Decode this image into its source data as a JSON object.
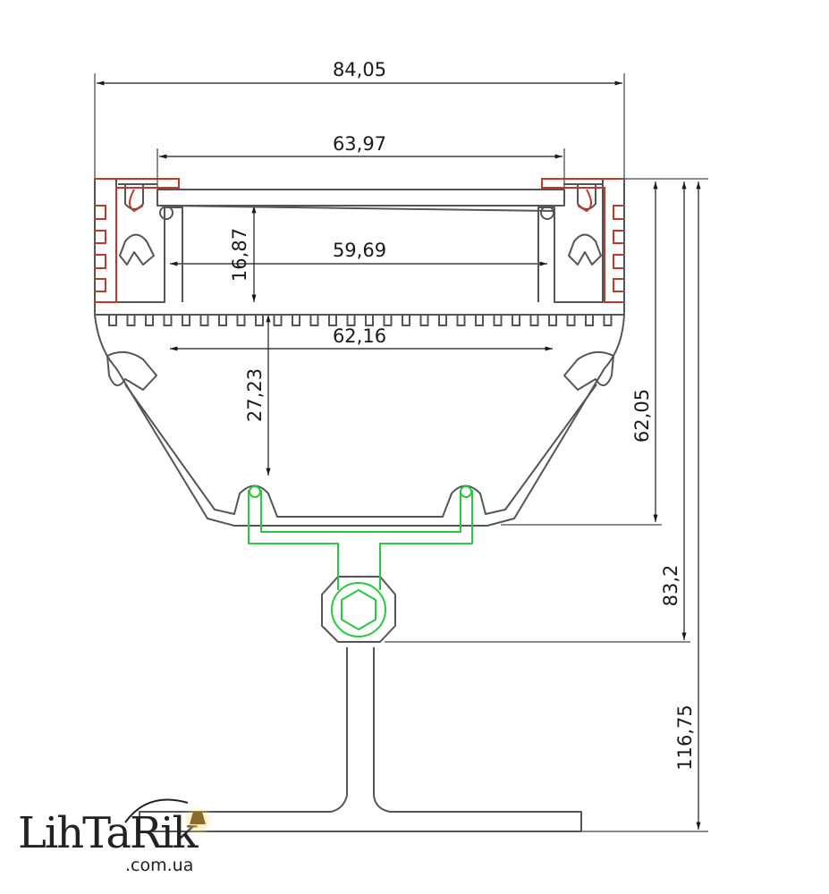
{
  "dimensions": {
    "overall_width": "84,05",
    "diffuser_width": "63,97",
    "inner_width": "59,69",
    "inner_height": "16,87",
    "fin_width": "62,16",
    "cavity_height": "27,23",
    "body_height": "62,05",
    "to_bracket": "83,2",
    "total_height": "116,75"
  },
  "logo": {
    "brand": "LihTaRik",
    "domain": ".com.ua"
  },
  "colors": {
    "profile": "#555555",
    "dimension": "#1a1a1a",
    "gasket": "#c0392b",
    "bracket": "#27c93f",
    "lamp_glow": "#ffe9a8"
  }
}
